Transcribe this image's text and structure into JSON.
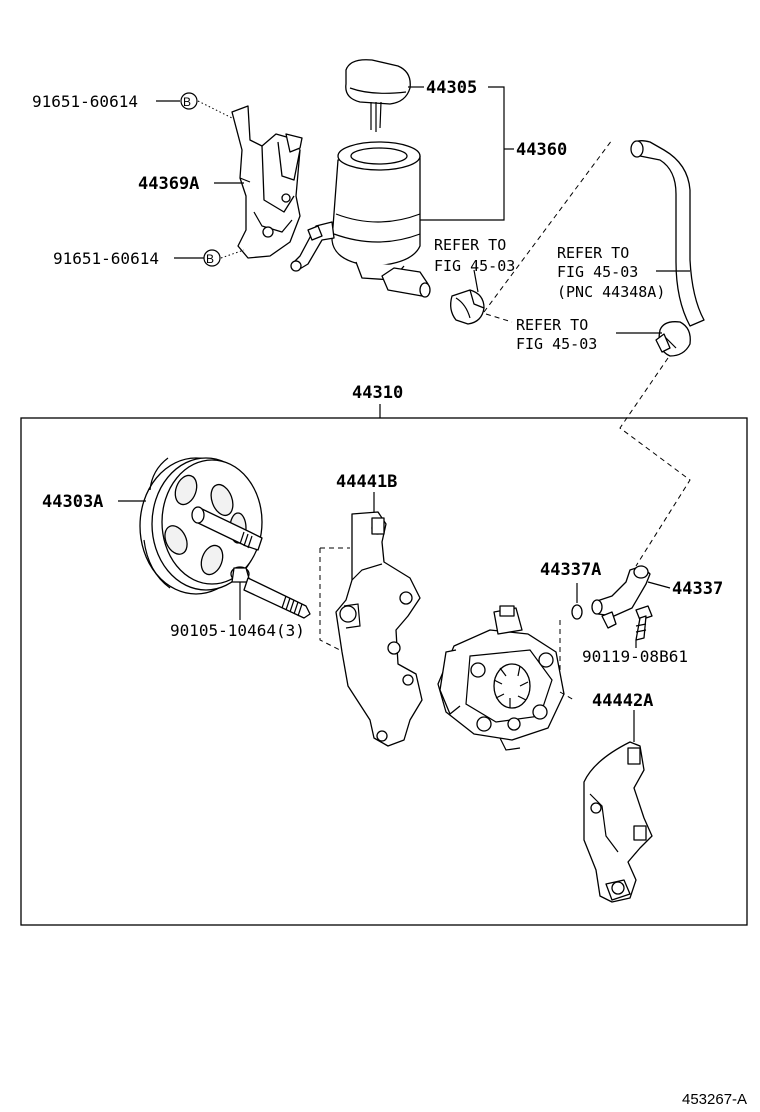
{
  "labels": {
    "p91651_top": "91651-60614",
    "p91651_bot": "91651-60614",
    "b_marker_top": "B",
    "b_marker_bot": "B",
    "p44369A": "44369A",
    "p44305": "44305",
    "p44360": "44360",
    "ref1_line1": "REFER TO",
    "ref1_line2": "FIG 45-03",
    "ref2_line1": "REFER TO",
    "ref2_line2": "FIG 45-03",
    "ref2_line3": "(PNC 44348A)",
    "ref3_line1": "REFER TO",
    "ref3_line2": "FIG 45-03",
    "p44310": "44310",
    "p44303A": "44303A",
    "p44441B": "44441B",
    "p90105": "90105-10464(3)",
    "p44337A": "44337A",
    "p44337": "44337",
    "p90119": "90119-08B61",
    "p44442A": "44442A",
    "diagram_code": "453267-A"
  }
}
